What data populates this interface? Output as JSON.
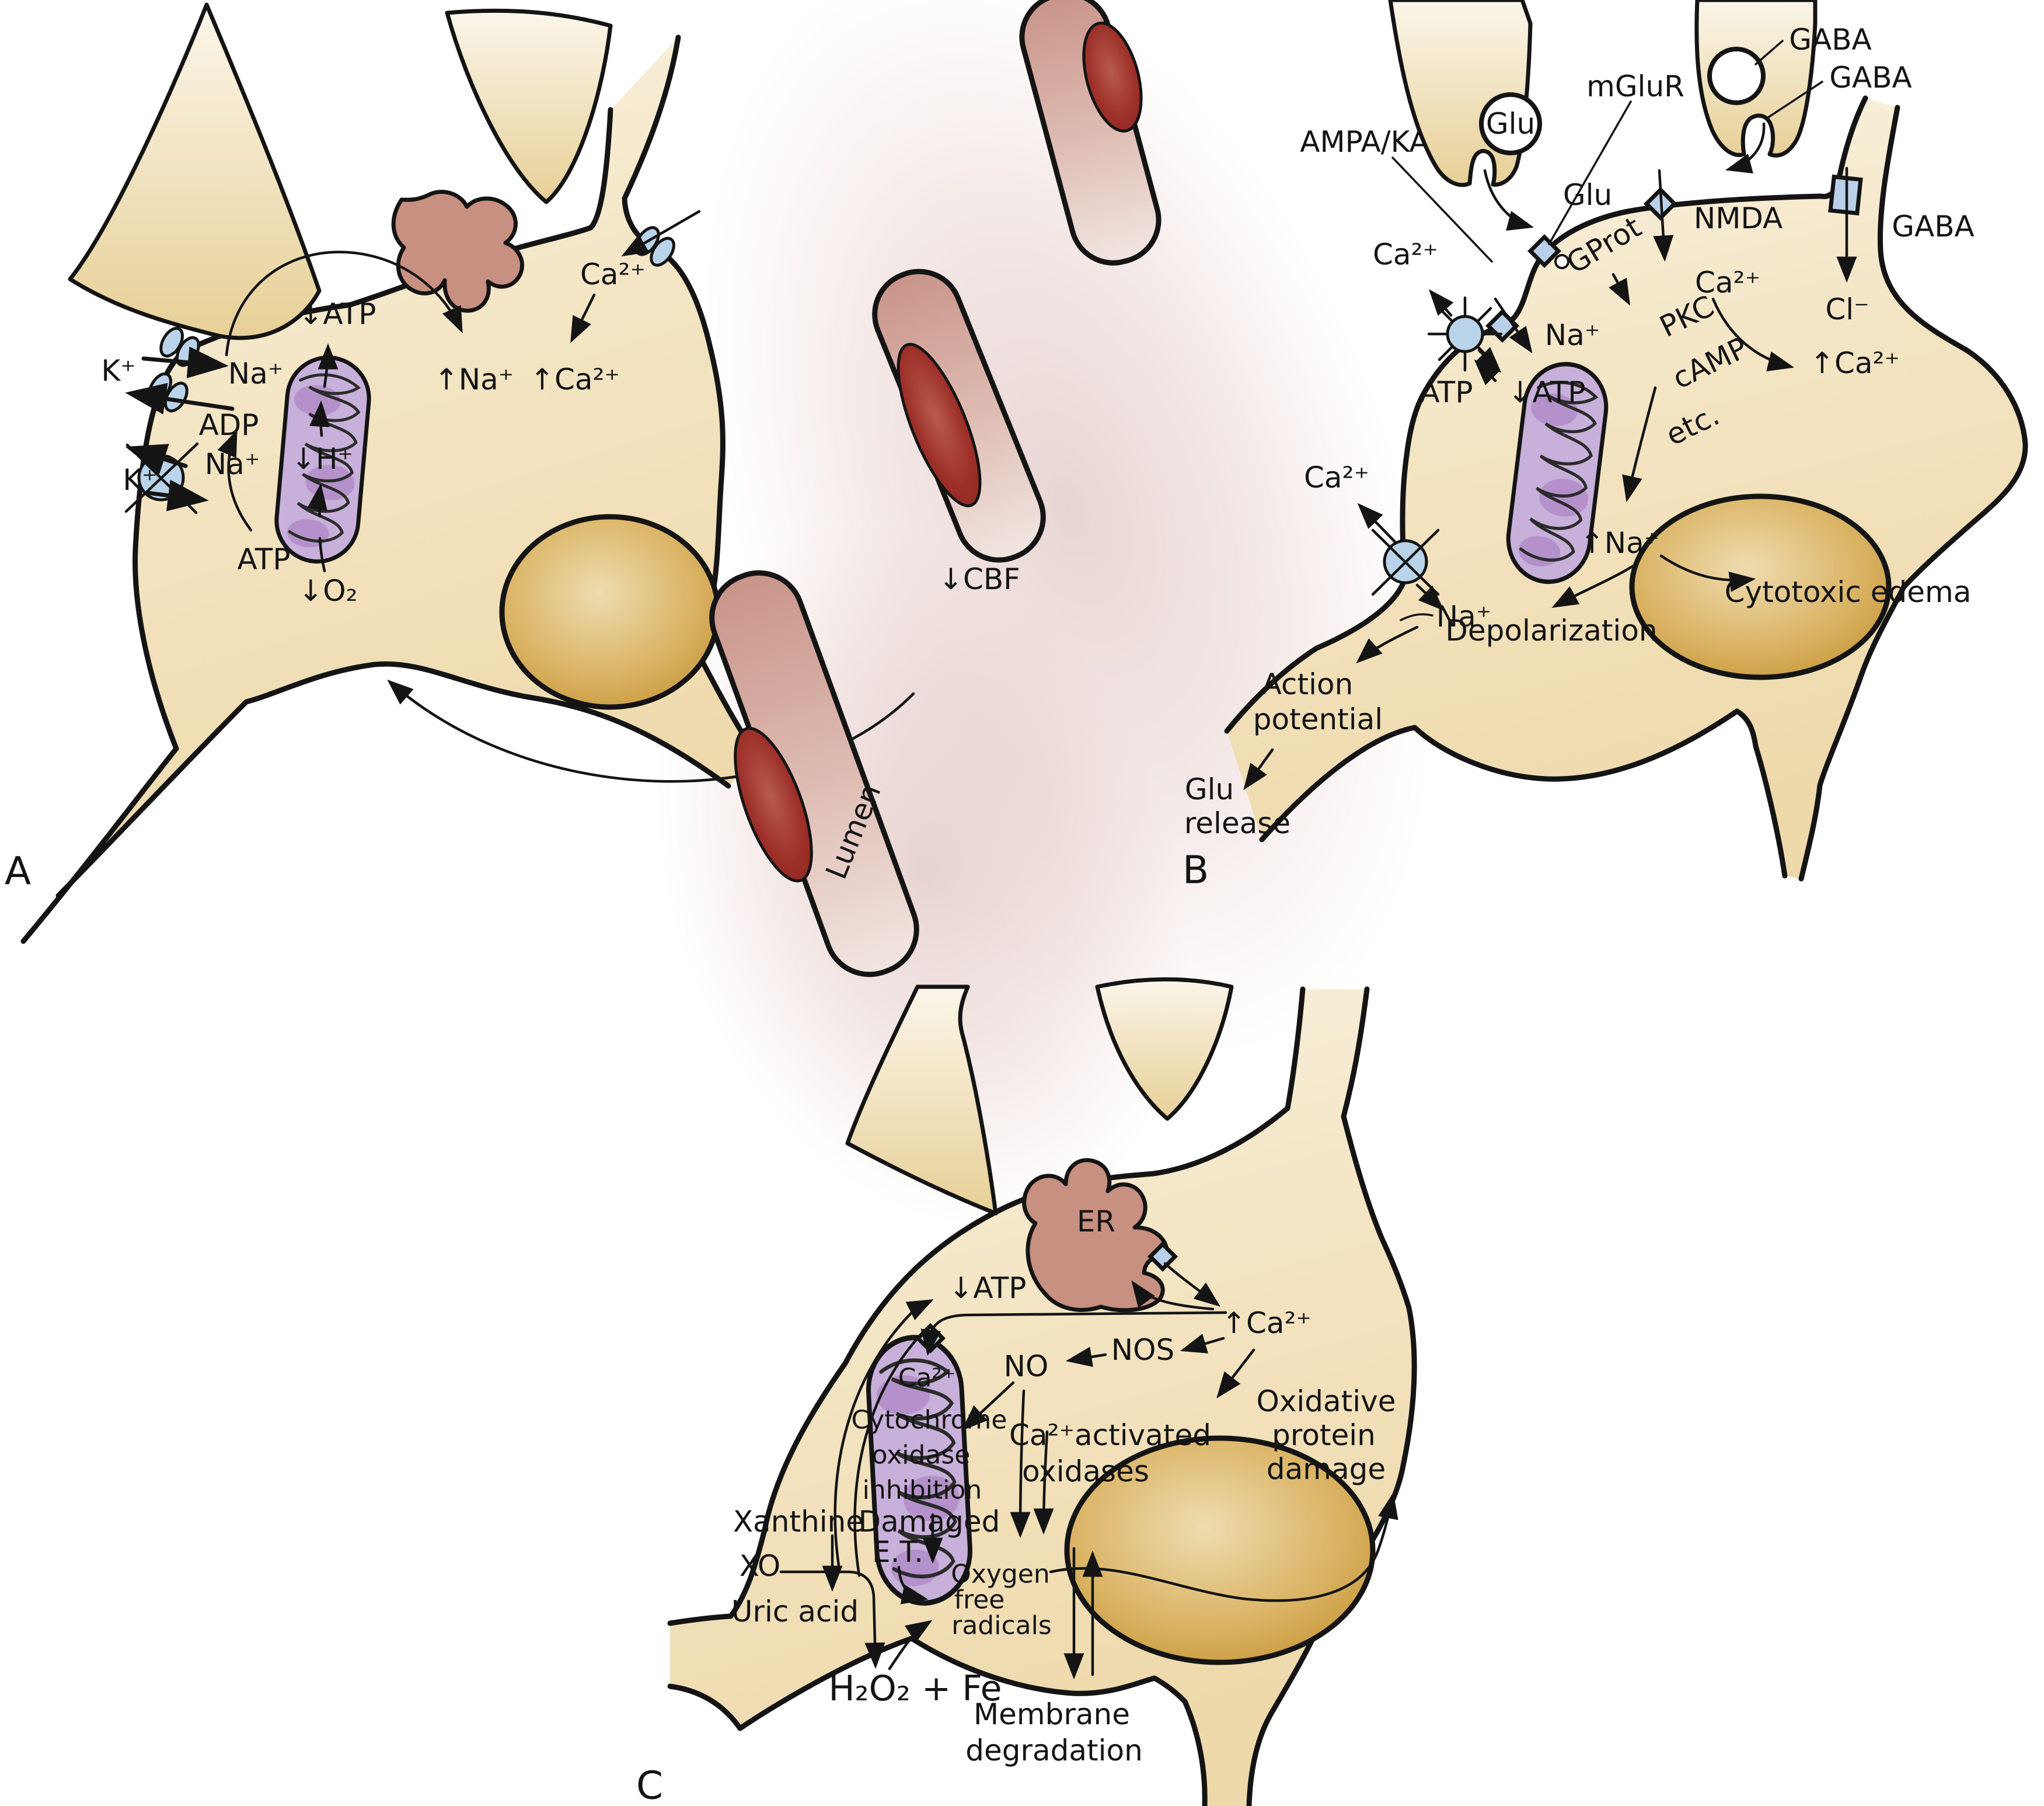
{
  "panelA": {
    "letter": "A",
    "kOut": "K⁺",
    "naIn": "Na⁺",
    "adp": "ADP",
    "naPump": "Na⁺",
    "kPump": "K⁺",
    "atp": "ATP",
    "atpDown": "↓ATP",
    "naUp": "↑Na⁺",
    "hDown": "↓H⁺",
    "o2Down": "↓O₂",
    "ca": "Ca²⁺",
    "caUp": "↑Ca²⁺"
  },
  "vessel": {
    "cbf": "↓CBF",
    "lumen": "Lumen"
  },
  "panelB": {
    "letter": "B",
    "ampaKa": "AMPA/KA",
    "gluVesicle": "Glu",
    "mGluR": "mGluR",
    "gaba1": "GABA",
    "gaba2": "GABA",
    "gabaChannel": "GABA",
    "gluReleased": "Glu",
    "gProt": "GProt",
    "nmda": "NMDA",
    "caSynaptic": "Ca²⁺",
    "caNmda": "Ca²⁺",
    "cl": "Cl⁻",
    "naAmpa": "Na⁺",
    "pkc": "PKC",
    "camp": "cAMP",
    "etc": "etc.",
    "caUp": "↑Ca²⁺",
    "caExchanger": "Ca²⁺",
    "atp": "ATP",
    "atpDown": "↓ATP",
    "naExchanger": "Na⁺",
    "naUp": "↑Na⁺",
    "cytotoxicEdema": "Cytotoxic edema",
    "depolarization": "Depolarization",
    "action1": "Action",
    "action2": "potential",
    "gluRelease1": "Glu",
    "gluRelease2": "release"
  },
  "panelC": {
    "letter": "C",
    "er": "ER",
    "atpDown": "↓ATP",
    "caUp": "↑Ca²⁺",
    "nos": "NOS",
    "no": "NO",
    "caMito": "Ca²⁺",
    "cyto1": "Cytochrome",
    "cyto2": "oxidase",
    "cyto3": "inhibition",
    "caAct1": "Ca²⁺activated",
    "caAct2": "oxidases",
    "oxi1": "Oxidative",
    "oxi2": "protein",
    "oxi3": "damage",
    "xanthine": "Xanthine",
    "xo": "XO",
    "uricAcid": "Uric acid",
    "dmg1": "Damaged",
    "dmg2": "E.T.",
    "oxy1": "Oxygen",
    "oxy2": "free",
    "oxy3": "radicals",
    "h2o2": "H₂O₂ + Fe",
    "mem1": "Membrane",
    "mem2": "degradation"
  }
}
